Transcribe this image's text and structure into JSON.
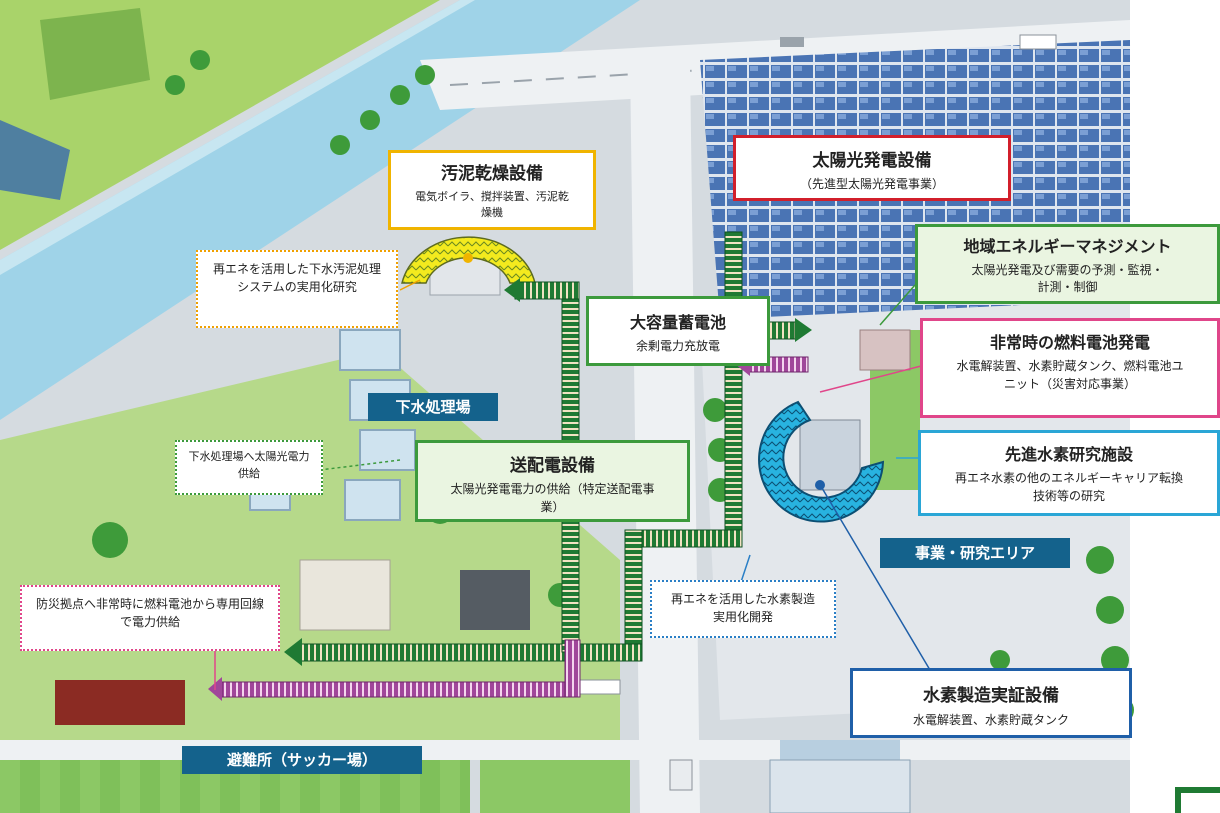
{
  "labels": {
    "sludge_title": "汚泥乾燥設備",
    "sludge_sub": "電気ボイラ、撹拌装置、汚泥乾燥機",
    "solar_title": "太陽光発電設備",
    "solar_sub": "（先進型太陽光発電事業）",
    "energy_mgmt_title": "地域エネルギーマネジメント",
    "energy_mgmt_sub": "太陽光発電及び需要の予測・監視・計測・制御",
    "storage_title": "大容量蓄電池",
    "storage_sub": "余剰電力充放電",
    "fuelcell_title": "非常時の燃料電池発電",
    "fuelcell_sub": "水電解装置、水素貯蔵タンク、燃料電池ユニット（災害対応事業）",
    "h2lab_title": "先進水素研究施設",
    "h2lab_sub": "再エネ水素の他のエネルギーキャリア転換技術等の研究",
    "grid_title": "送配電設備",
    "grid_sub": "太陽光発電電力の供給（特定送配電事業）",
    "h2plant_title": "水素製造実証設備",
    "h2plant_sub": "水電解装置、水素貯蔵タンク",
    "note_sewage_system": "再エネを活用した下水汚泥処理システムの実用化研究",
    "note_sewage_supply": "下水処理場へ太陽光電力供給",
    "note_h2_dev": "再エネを活用した水素製造実用化開発",
    "note_shelter_supply": "防災拠点へ非常時に燃料電池から専用回線で電力供給"
  },
  "areas": {
    "sewage_plant": "下水処理場",
    "business_area": "事業・研究エリア",
    "shelter": "避難所（サッカー場）"
  },
  "colors": {
    "green_line": "#1f7a33",
    "purple_line": "#a0469a",
    "river": "#9fd3e8",
    "grass": "#a9d36a",
    "ground": "#d5dbe0",
    "road": "#eef1f3",
    "solar_panel": "#4a74b4",
    "area_label_bg": "#14628c"
  }
}
